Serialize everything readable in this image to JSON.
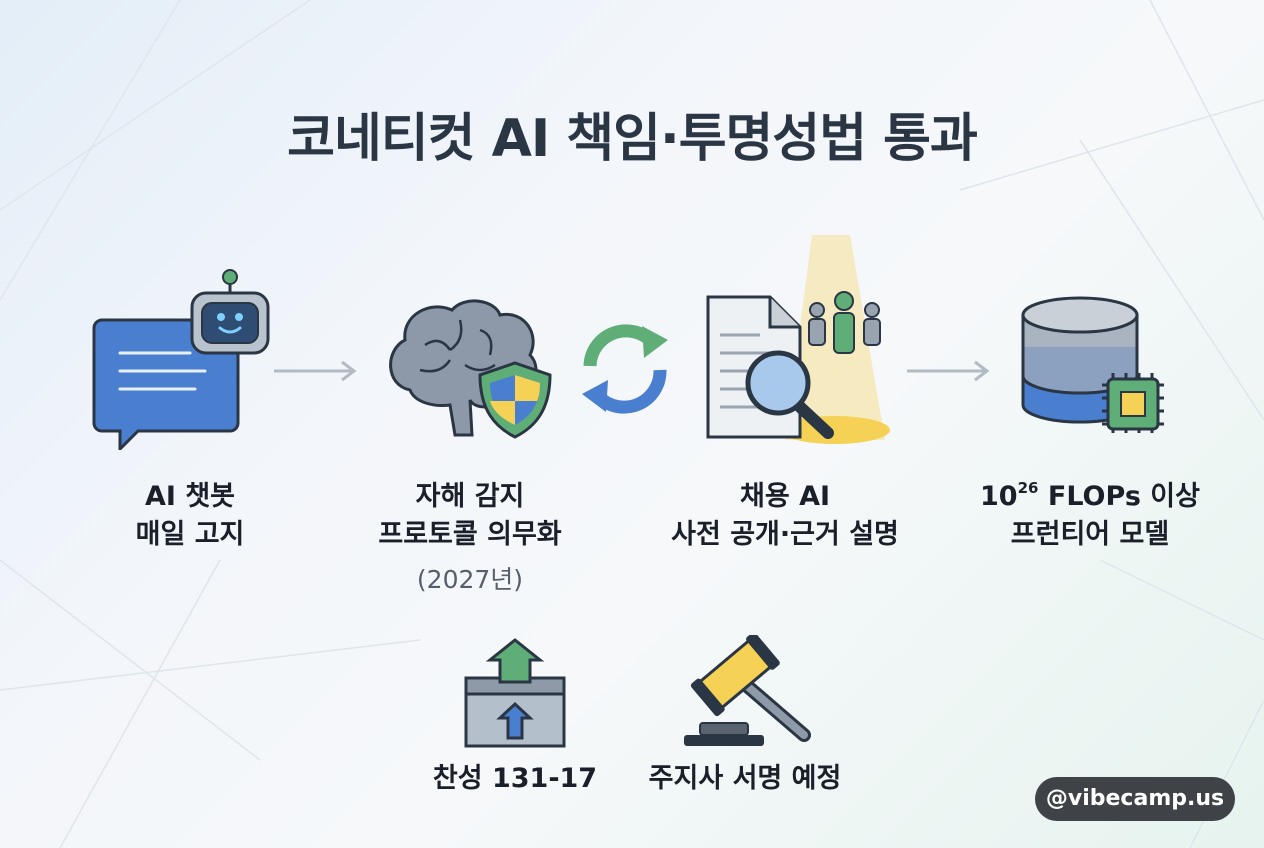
{
  "title": "코네티컷 AI 책임·투명성법 통과",
  "items": [
    {
      "line1": "AI 챗봇",
      "line2": "매일 고지"
    },
    {
      "line1": "자해 감지",
      "line2": "프로토콜 의무화",
      "note": "(2027년)"
    },
    {
      "line1": "채용 AI",
      "line2": "사전 공개·근거 설명"
    },
    {
      "line1_prefix": "10",
      "line1_sup": "26",
      "line1_rest": " FLOPs 이상",
      "line2": "프런티어 모델"
    }
  ],
  "bottom": [
    {
      "label": "찬성 131-17"
    },
    {
      "label": "주지사 서명 예정"
    }
  ],
  "watermark": "@vibecamp.us",
  "colors": {
    "blue": "#4a7fd0",
    "green": "#5fae78",
    "yellow": "#f5d155",
    "gray": "#8f9aa8",
    "dark": "#2b3645"
  }
}
